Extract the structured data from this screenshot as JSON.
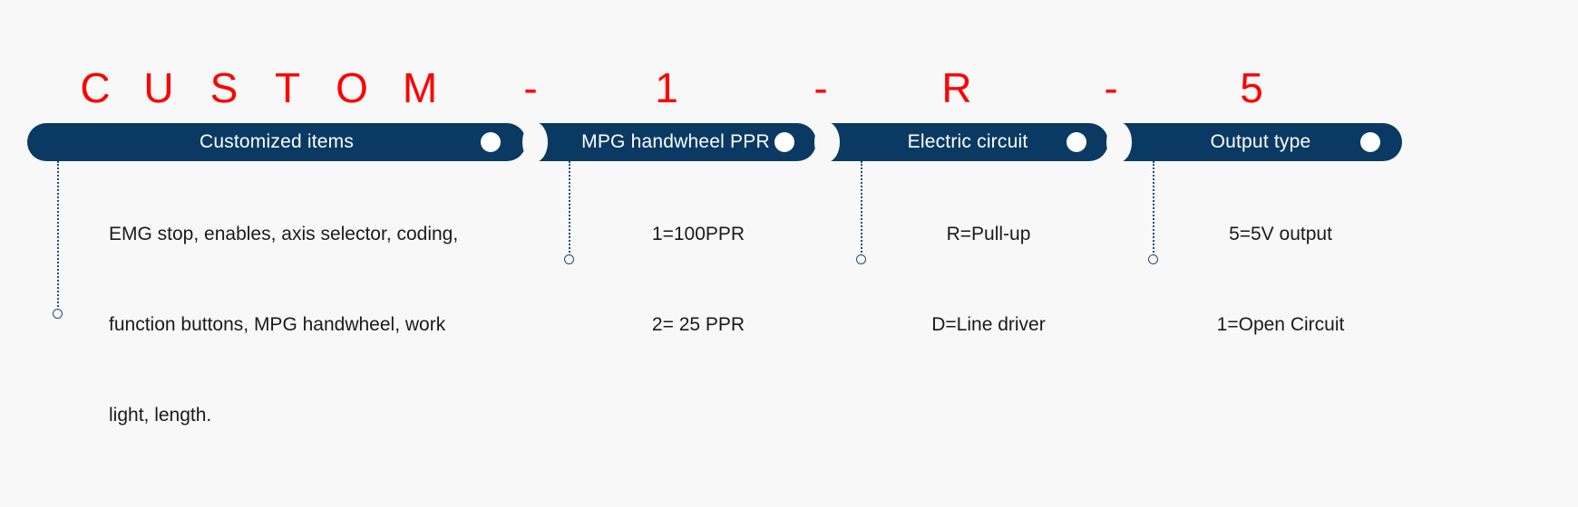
{
  "page": {
    "background_color": "#f8f8f8",
    "code_color": "#fe0000",
    "banner_color": "#0a3a63",
    "banner_text_color": "#ffffff",
    "connector_color": "#1f4e79",
    "description_color": "#1a1a1a"
  },
  "code": {
    "parts": [
      {
        "text": "C"
      },
      {
        "text": "U"
      },
      {
        "text": "S"
      },
      {
        "text": "T"
      },
      {
        "text": "O"
      },
      {
        "text": "M"
      },
      {
        "text": "-"
      },
      {
        "text": "1"
      },
      {
        "text": "-"
      },
      {
        "text": "R"
      },
      {
        "text": "-"
      },
      {
        "text": "5"
      }
    ],
    "full_code": "CUSTOM-1-R-5"
  },
  "sections": [
    {
      "id": "customized-items",
      "banner_label": "Customized items",
      "lines": [
        "EMG stop, enables, axis selector, coding,",
        "function buttons, MPG handwheel, work",
        "light, length."
      ]
    },
    {
      "id": "mpg-handwheel-ppr",
      "banner_label": "MPG handwheel PPR",
      "lines": [
        "1=100PPR",
        "2= 25 PPR"
      ]
    },
    {
      "id": "electric-circuit",
      "banner_label": "Electric circuit",
      "lines": [
        "R=Pull-up",
        "D=Line driver"
      ]
    },
    {
      "id": "output-type",
      "banner_label": "Output type",
      "lines": [
        "5=5V output",
        "1=Open Circuit"
      ]
    }
  ]
}
